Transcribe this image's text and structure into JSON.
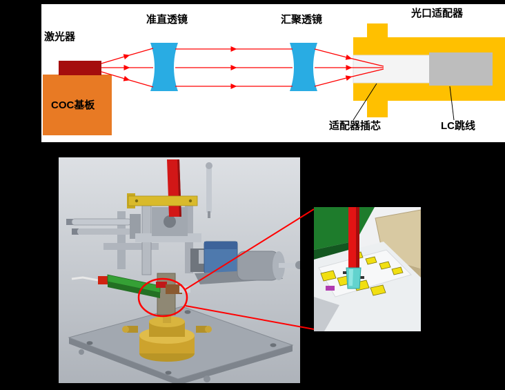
{
  "colors": {
    "bg": "#000000",
    "panel": "#ffffff",
    "substrate": "#e87a24",
    "laser_chip": "#a50d0d",
    "lens": "#29ace3",
    "adapter": "#ffc000",
    "ferrule": "#f4f4f4",
    "jumper": "#bdbdbd",
    "ray": "#ff0000",
    "callout": "#ff0000"
  },
  "schematic": {
    "labels": {
      "laser": "激光器",
      "collimating_lens": "准直透镜",
      "focusing_lens": "汇聚透镜",
      "port_adapter": "光口适配器",
      "substrate": "COC基板",
      "adapter_ferrule": "适配器插芯",
      "lc_jumper": "LC跳线"
    }
  }
}
